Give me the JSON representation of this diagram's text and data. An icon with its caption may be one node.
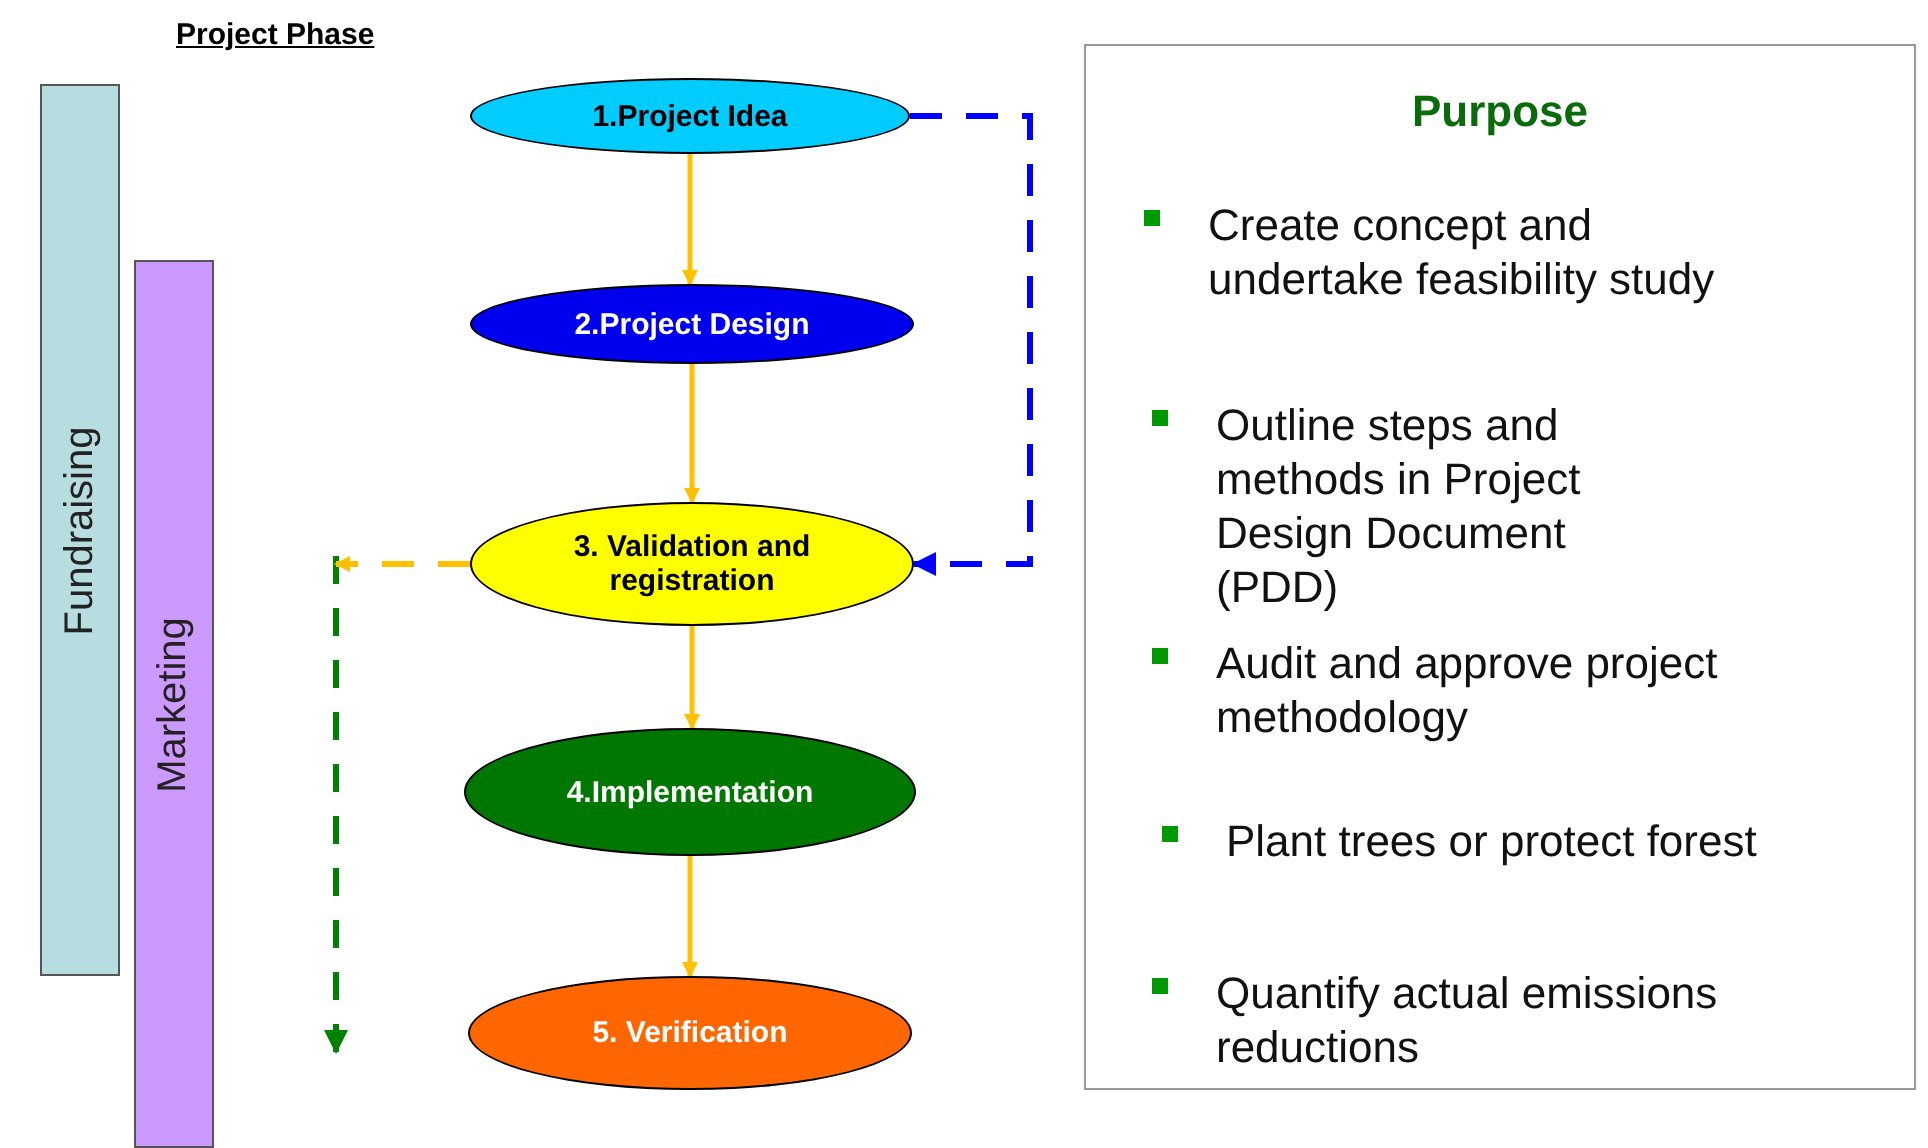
{
  "diagram": {
    "title": "Project Phase",
    "nodes": [
      {
        "text": [
          "1.Project Idea"
        ]
      },
      {
        "text": [
          "2.Project Design"
        ]
      },
      {
        "text": [
          "3. Validation and registration"
        ]
      },
      {
        "text": [
          "4.Implementation"
        ]
      },
      {
        "text": [
          "5. Verification"
        ]
      },
      {
        "text": [
          "Fundraising"
        ]
      },
      {
        "text": [
          "Marketing"
        ]
      },
      {
        "text": [
          "Purpose",
          "Create concept and undertake feasibility study",
          "Outline steps and methods in Project Design Document (PDD)",
          "Audit and approve project methodology",
          "Plant trees or protect forest",
          "Quantify actual emissions reductions"
        ]
      }
    ],
    "edges": [
      {
        "from": 0,
        "to": 1,
        "arrow": "to"
      },
      {
        "from": 1,
        "to": 2,
        "arrow": "to"
      },
      {
        "from": 2,
        "to": 3,
        "arrow": "to"
      },
      {
        "from": 3,
        "to": 4,
        "arrow": "to"
      },
      {
        "from": 0,
        "to": 2,
        "arrow": "to",
        "style": "dashed",
        "color": "#0000ff"
      },
      {
        "from": 2,
        "to": null,
        "arrow": "to",
        "style": "dashed"
      }
    ]
  }
}
